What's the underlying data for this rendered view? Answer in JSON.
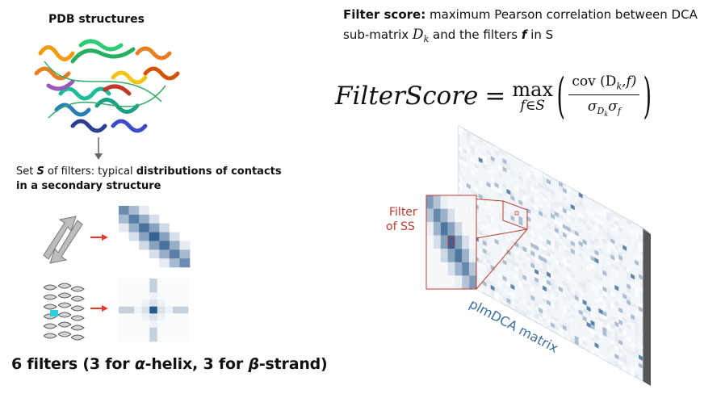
{
  "left": {
    "pdb_title": "PDB structures",
    "set_prefix": "Set ",
    "set_symbol": "S",
    "set_middle": " of filters: typical ",
    "set_bold": "distributions of contacts in a secondary structure",
    "bottom_prefix": "6 filters (3 for ",
    "alpha": "α",
    "bottom_mid": "-helix, 3 for ",
    "beta": "β",
    "bottom_suffix": "-strand)"
  },
  "right": {
    "heading_bold": "Filter score:",
    "heading_rest": " maximum Pearson correlation between DCA sub-matrix ",
    "d_symbol": "D",
    "k_sub": "k",
    "heading_tail": " and the filters ",
    "f_symbol": "f",
    "in_s": " in S",
    "formula_lhs": "FilterScore",
    "formula_eq": "=",
    "formula_max": "max",
    "formula_max_sub": "f∈S",
    "formula_num": "cov (D",
    "formula_num_sub": "k",
    "formula_num_tail": ",f)",
    "formula_den_sigma": "σ",
    "formula_den_d": "D",
    "formula_den_k": "k",
    "formula_den_f": "σ",
    "formula_den_fsub": "f",
    "filter_label_line1": "Filter",
    "filter_label_line2": "of SS",
    "matrix_label": "plmDCA matrix"
  },
  "colors": {
    "accent_red": "#c0392b",
    "blue_dark": "#2b5b8e",
    "blue_light": "#c6d8ea",
    "arrow_red": "#e23a2a"
  }
}
